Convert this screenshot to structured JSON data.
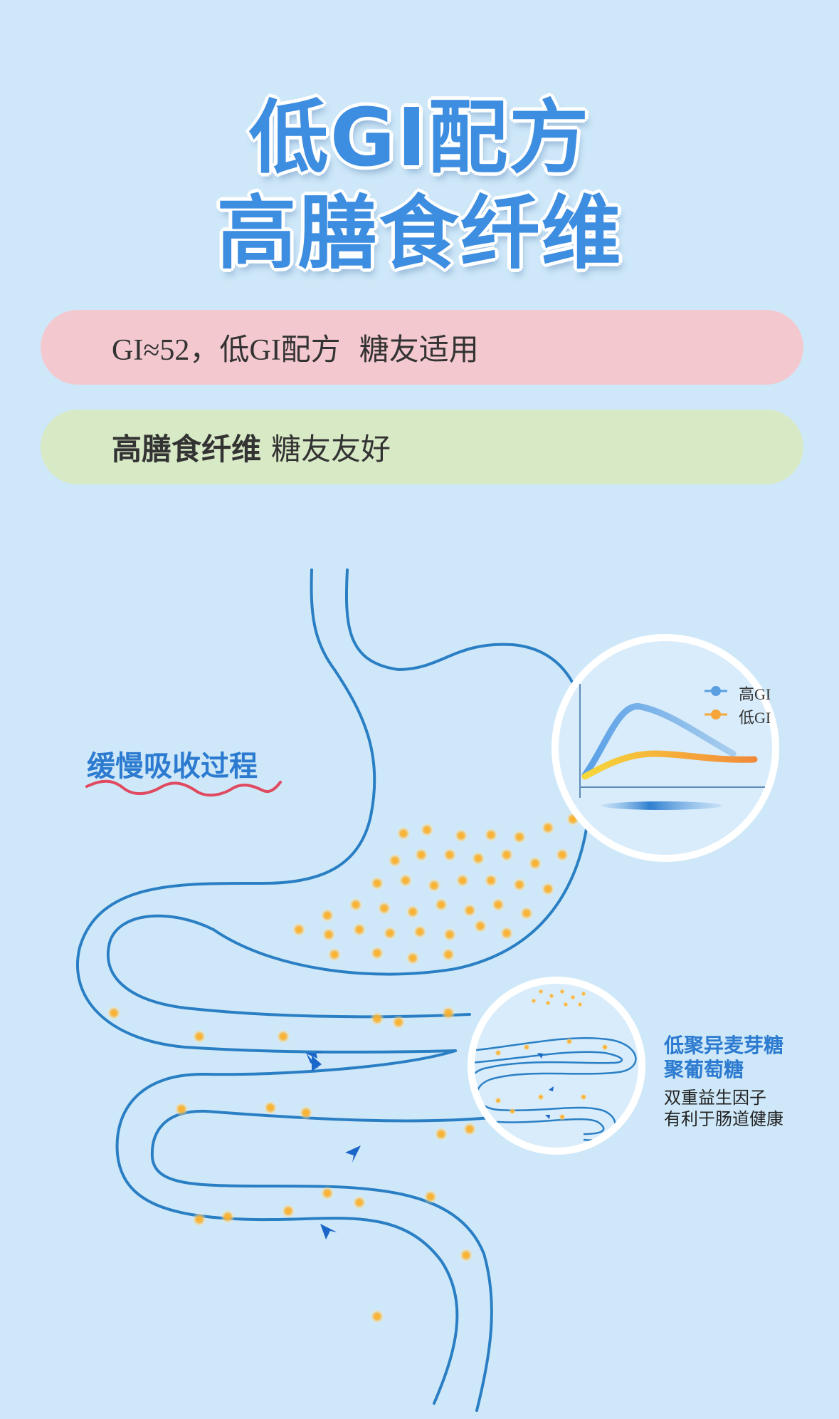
{
  "headline": {
    "line1": "低GI配方",
    "line2": "高膳食纤维"
  },
  "pills": {
    "gi_text": "GI≈52，低GI配方",
    "gi_suffix": "糖友适用",
    "fiber_bold": "高膳食纤维",
    "fiber_suffix": "糖友友好"
  },
  "diagram": {
    "slow_label": "缓慢吸收过程",
    "legend_high": "高GI",
    "legend_low": "低GI",
    "prebiotic_title_1": "低聚异麦芽糖",
    "prebiotic_title_2": "聚葡萄糖",
    "prebiotic_desc_1": "双重益生因子",
    "prebiotic_desc_2": "有利于肠道健康"
  },
  "colors": {
    "background": "#cfe8f9",
    "title_blue": "#3d8de0",
    "pink_pill": "#f3c9cf",
    "green_pill": "#d8e9c6",
    "gut_line": "#2a7fc4",
    "particle": "#f5a623"
  }
}
